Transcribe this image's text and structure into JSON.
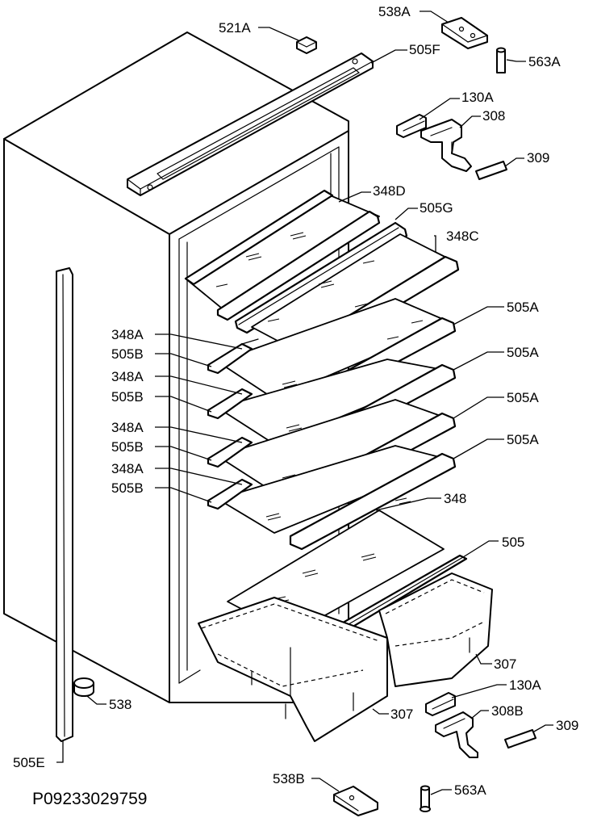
{
  "labels": {
    "l538a_top": "538A",
    "l521a": "521A",
    "l505f": "505F",
    "l563a_top": "563A",
    "l130a_top": "130A",
    "l308": "308",
    "l309_top": "309",
    "l348d": "348D",
    "l505g": "505G",
    "l348c": "348C",
    "l505a_1": "505A",
    "l505a_2": "505A",
    "l505a_3": "505A",
    "l505a_4": "505A",
    "l348a_1": "348A",
    "l505b_1": "505B",
    "l348a_2": "348A",
    "l505b_2": "505B",
    "l348a_3": "348A",
    "l505b_3": "505B",
    "l348a_4": "348A",
    "l505b_4": "505B",
    "l348": "348",
    "l505": "505",
    "l307_right": "307",
    "l130a_bottom": "130A",
    "l307_left": "307",
    "l308b": "308B",
    "l309_bottom": "309",
    "l538": "538",
    "l505e": "505E",
    "l538b": "538B",
    "l563a_bottom": "563A"
  },
  "drawing_code": "P09233029759"
}
